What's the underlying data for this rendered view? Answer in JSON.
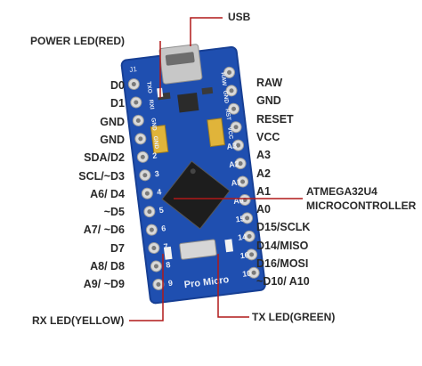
{
  "callouts": {
    "usb": "USB",
    "power_led": "POWER LED(RED)",
    "atmega_line1": "ATMEGA32U4",
    "atmega_line2": "MICROCONTROLLER",
    "rx_led": "RX LED(YELLOW)",
    "tx_led": "TX LED(GREEN)"
  },
  "left_pins": [
    "D0",
    "D1",
    "GND",
    "GND",
    "SDA/D2",
    "SCL/~D3",
    "A6/ D4",
    "~D5",
    "A7/ ~D6",
    "D7",
    "A8/ D8",
    "A9/ ~D9"
  ],
  "right_pins": [
    "RAW",
    "GND",
    "RESET",
    "VCC",
    "A3",
    "A2",
    "A1",
    "A0",
    "D15/SCLK",
    "D14/MISO",
    "D16/MOSI",
    "~D10/ A10"
  ],
  "board": {
    "silk_title": "Pro Micro",
    "silk_left": [
      "TXO",
      "RXI",
      "GND",
      "GND",
      "2",
      "3",
      "4",
      "5",
      "6",
      "7",
      "8",
      "9"
    ],
    "silk_right": [
      "RAW",
      "GND",
      "RST",
      "VCC",
      "A3",
      "A2",
      "A1",
      "A0",
      "15",
      "14",
      "16",
      "10"
    ],
    "corner_mark": "J1",
    "colors": {
      "pcb": "#1f4fb0",
      "pcb_dark": "#173f94",
      "silk": "#e8edf7",
      "callout_line": "#b01818",
      "pad": "#d9d9d9"
    }
  }
}
